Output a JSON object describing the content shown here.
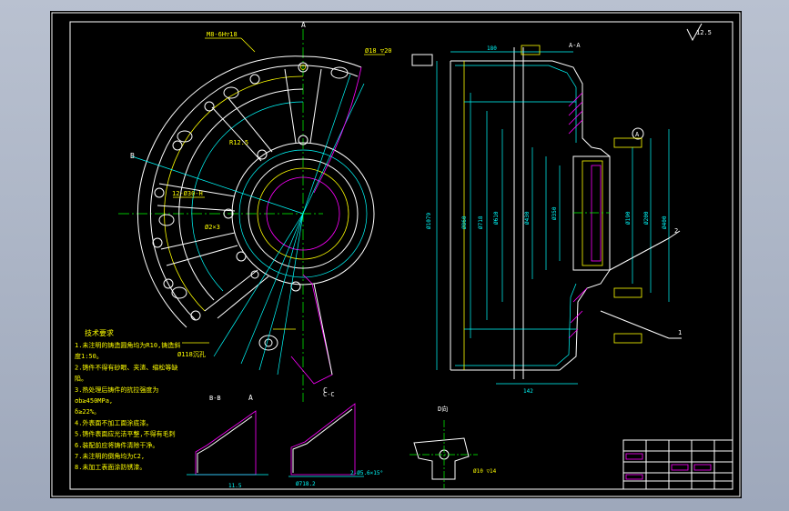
{
  "drawing": {
    "tech_req": {
      "title": "技术要求",
      "lines": [
        "1.未注明的铸造圆角均为R10,铸造斜",
        "度1:50。",
        "2.铸件不得有砂眼、夹渣、缩松等缺",
        "陷。",
        "3.热处理后铸件的抗拉强度为",
        "σb≥450MPa,",
        "δ≥22%。",
        "4.外表面不加工面涂底漆。",
        "5.铸件表面应光洁平整,不得有毛刺",
        "6.装配前应将铸件清除干净。",
        "7.未注明的倒角均为C2,",
        "8.未加工表面涂防锈漆。"
      ]
    },
    "section_labels": {
      "b_b": "B-B",
      "c_c": "C-C",
      "d_view": "D向",
      "a_a": "A-A",
      "a_top": "A",
      "a_bottom": "A",
      "b_mark": "B",
      "c_mark": "C",
      "datum_a": "A",
      "leader_1": "1",
      "leader_2": "2"
    },
    "roughness": "12.5",
    "title_block": {
      "cells": [
        "",
        "",
        "",
        "",
        "",
        "",
        ""
      ]
    }
  },
  "colors": {
    "background": "#000000",
    "frame": "#ffffff",
    "dimension": "#00ffff",
    "text": "#ffff00",
    "hidden": "#ff00ff",
    "center": "#00ff00"
  }
}
